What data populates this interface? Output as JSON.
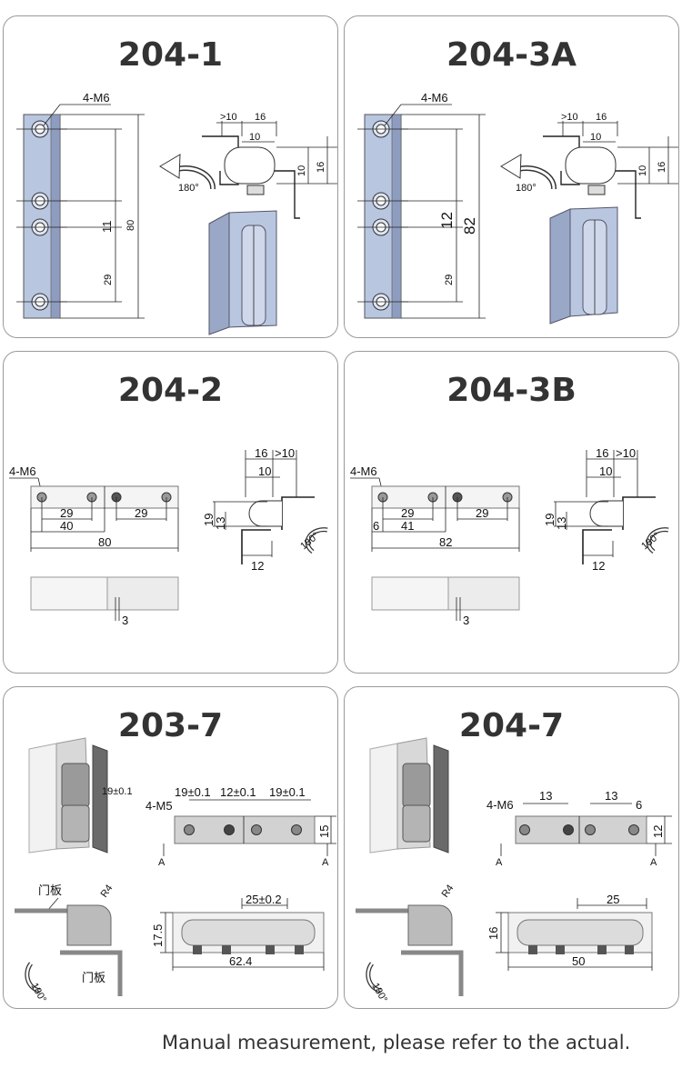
{
  "cards": [
    {
      "id": "c1",
      "title": "204-1",
      "labels": {
        "hole": "4-M6",
        "a": ">10",
        "b": "16",
        "c": "10",
        "d": "16",
        "e": "10",
        "f": "11",
        "g": "80",
        "h": "29",
        "angle": "180°"
      }
    },
    {
      "id": "c2",
      "title": "204-3A",
      "labels": {
        "hole": "4-M6",
        "a": ">10",
        "b": "16",
        "c": "10",
        "d": "16",
        "e": "10",
        "f": "12",
        "g": "82",
        "h": "29",
        "angle": "180°"
      }
    },
    {
      "id": "c3",
      "title": "204-2",
      "labels": {
        "hole": "4-M6",
        "p1": "29",
        "p2": "29",
        "p3": "40",
        "p4": "80",
        "s1": "16",
        ">10": ">10",
        "s2": "10",
        "s3": "19",
        "s4": "13",
        "s5": "12",
        "s6": "3",
        "angle": "180°",
        "off": ""
      }
    },
    {
      "id": "c4",
      "title": "204-3B",
      "labels": {
        "hole": "4-M6",
        "p1": "29",
        "p2": "29",
        "p3": "41",
        "p4": "82",
        "s1": "16",
        ">10": ">10",
        "s2": "10",
        "s3": "19",
        "s4": "13",
        "s5": "12",
        "s6": "3",
        "angle": "180°",
        "off": "6"
      }
    },
    {
      "id": "c5",
      "title": "203-7",
      "labels": {
        "hole": "4-M5",
        "t1": "19±0.1",
        "t2": "12±0.1",
        "t3": "19±0.1",
        "h": "15",
        "sec": "A",
        "r": "R4",
        "door1": "门板",
        "door2": "门板",
        "w": "25±0.2",
        "th": "17.5",
        "len": "62.4",
        "angle": "180°"
      }
    },
    {
      "id": "c6",
      "title": "204-7",
      "labels": {
        "hole": "4-M6",
        "t1": "13",
        "t2": "13",
        "t3": "6",
        "h": "12",
        "sec": "A",
        "r": "R4",
        "w": "25",
        "th": "16",
        "len": "50",
        "angle": "180°"
      }
    }
  ],
  "footer": "Manual measurement, please refer to the actual.",
  "colors": {
    "metal": "#b9c6e0",
    "metal_dark": "#8e9cc0",
    "grey": "#cfcfcf"
  }
}
